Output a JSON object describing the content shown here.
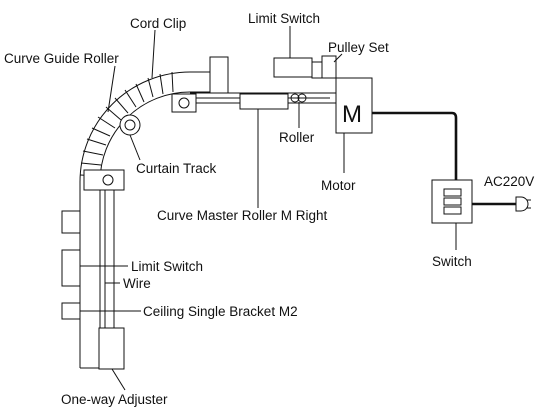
{
  "labels": {
    "cord_clip": "Cord Clip",
    "limit_switch_top": "Limit Switch",
    "pulley_set": "Pulley Set",
    "curve_guide_roller": "Curve Guide Roller",
    "motor_letter": "M",
    "roller": "Roller",
    "curtain_track": "Curtain Track",
    "motor": "Motor",
    "ac220v": "AC220V",
    "curve_master_roller": "Curve Master Roller M Right",
    "switch": "Switch",
    "limit_switch_side": "Limit Switch",
    "wire": "Wire",
    "ceiling_bracket": "Ceiling Single Bracket M2",
    "one_way_adjuster": "One-way Adjuster"
  }
}
